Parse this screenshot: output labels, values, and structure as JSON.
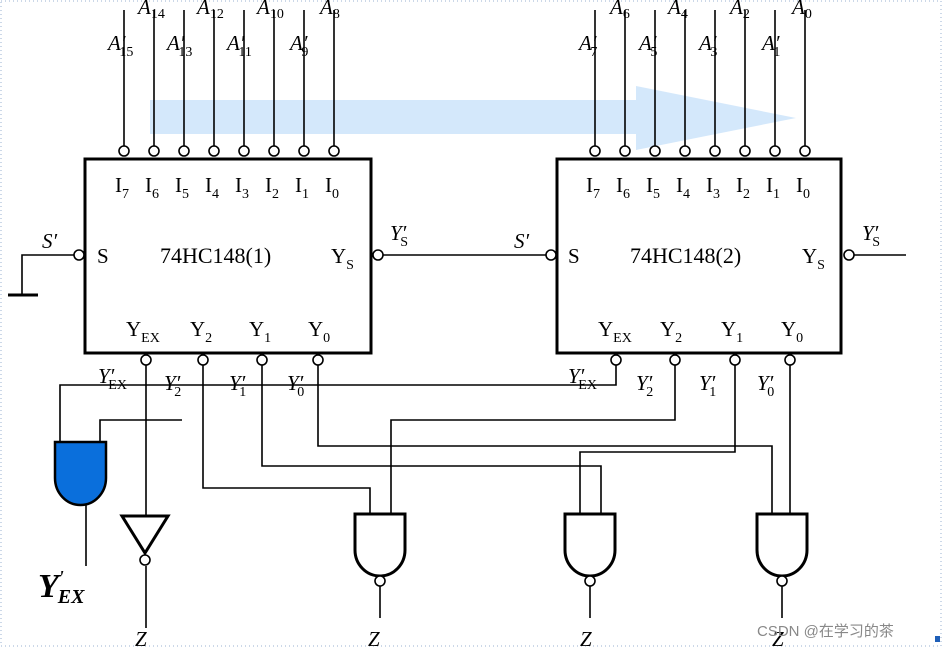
{
  "chips": [
    {
      "name": "74HC148(1)",
      "inputs": [
        "I7",
        "I6",
        "I5",
        "I4",
        "I3",
        "I2",
        "I1",
        "I0"
      ],
      "s": "S",
      "ys": "Y",
      "ys_sub": "S",
      "yex": "Y",
      "yex_sub": "EX",
      "y2": "Y",
      "y2_sub": "2",
      "y1": "Y",
      "y1_sub": "1",
      "y0": "Y",
      "y0_sub": "0"
    },
    {
      "name": "74HC148(2)",
      "inputs": [
        "I7",
        "I6",
        "I5",
        "I4",
        "I3",
        "I2",
        "I1",
        "I0"
      ],
      "s": "S",
      "ys": "Y",
      "ys_sub": "S",
      "yex": "Y",
      "yex_sub": "EX",
      "y2": "Y",
      "y2_sub": "2",
      "y1": "Y",
      "y1_sub": "1",
      "y0": "Y",
      "y0_sub": "0"
    }
  ],
  "top_labels": {
    "chip1": {
      "upper": [
        "14",
        "12",
        "10",
        "8"
      ],
      "lower": [
        "15",
        "13",
        "11",
        "9"
      ]
    },
    "chip2": {
      "upper": [
        "6",
        "4",
        "2",
        "0"
      ],
      "lower": [
        "7",
        "5",
        "3",
        "1"
      ]
    }
  },
  "signal_labels": {
    "s1": "S′",
    "ys1": "Y′",
    "ys1_sub": "S",
    "s2": "S′",
    "ys2": "Y′",
    "ys2_sub": "S",
    "yex1": "Y′",
    "yex1_sub": "EX",
    "y2_1": "Y′",
    "y2_1_sub": "2",
    "y1_1": "Y′",
    "y1_1_sub": "1",
    "y0_1": "Y′",
    "y0_1_sub": "0",
    "yex2": "Y′",
    "yex2_sub": "EX",
    "y2_2": "Y′",
    "y2_2_sub": "2",
    "y1_2": "Y′",
    "y1_2_sub": "1",
    "y0_2": "Y′",
    "y0_2_sub": "0"
  },
  "outputs": {
    "yex_big": "Y",
    "yex_big_prime": "'",
    "yex_big_sub": "EX",
    "z3": "Z",
    "z2": "Z",
    "z1": "Z",
    "z0": "Z"
  },
  "watermark": "CSDN @在学习的茶",
  "colors": {
    "highlight_arrow": "#cfe6fb",
    "gate_fill": "#0a6fdc"
  }
}
